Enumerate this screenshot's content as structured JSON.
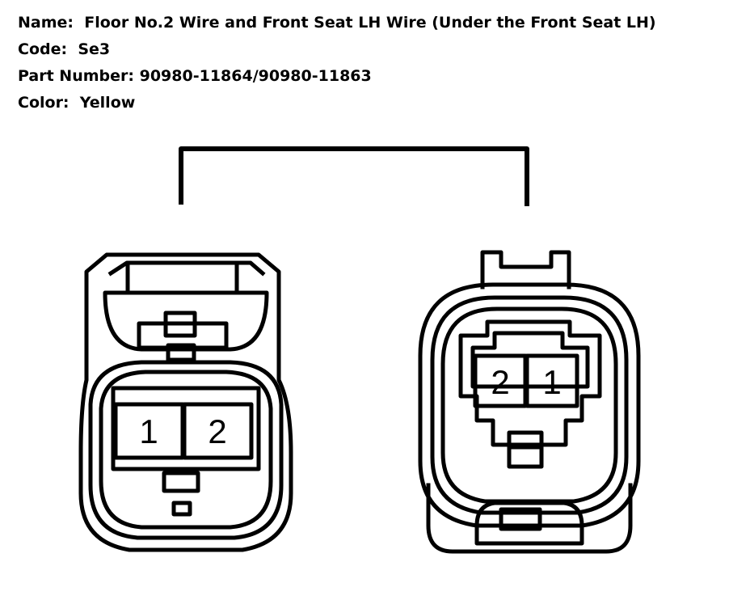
{
  "info": {
    "name_label": "Name:",
    "name_value": "Floor No.2 Wire and Front Seat LH Wire (Under the Front Seat LH)",
    "code_label": "Code:",
    "code_value": "Se3",
    "part_label": "Part Number:",
    "part_value": "90980-11864/90980-11863",
    "color_label": "Color:",
    "color_value": "Yellow"
  },
  "connectors": {
    "left": {
      "pins": [
        "1",
        "2"
      ]
    },
    "right": {
      "pins": [
        "2",
        "1"
      ]
    }
  }
}
